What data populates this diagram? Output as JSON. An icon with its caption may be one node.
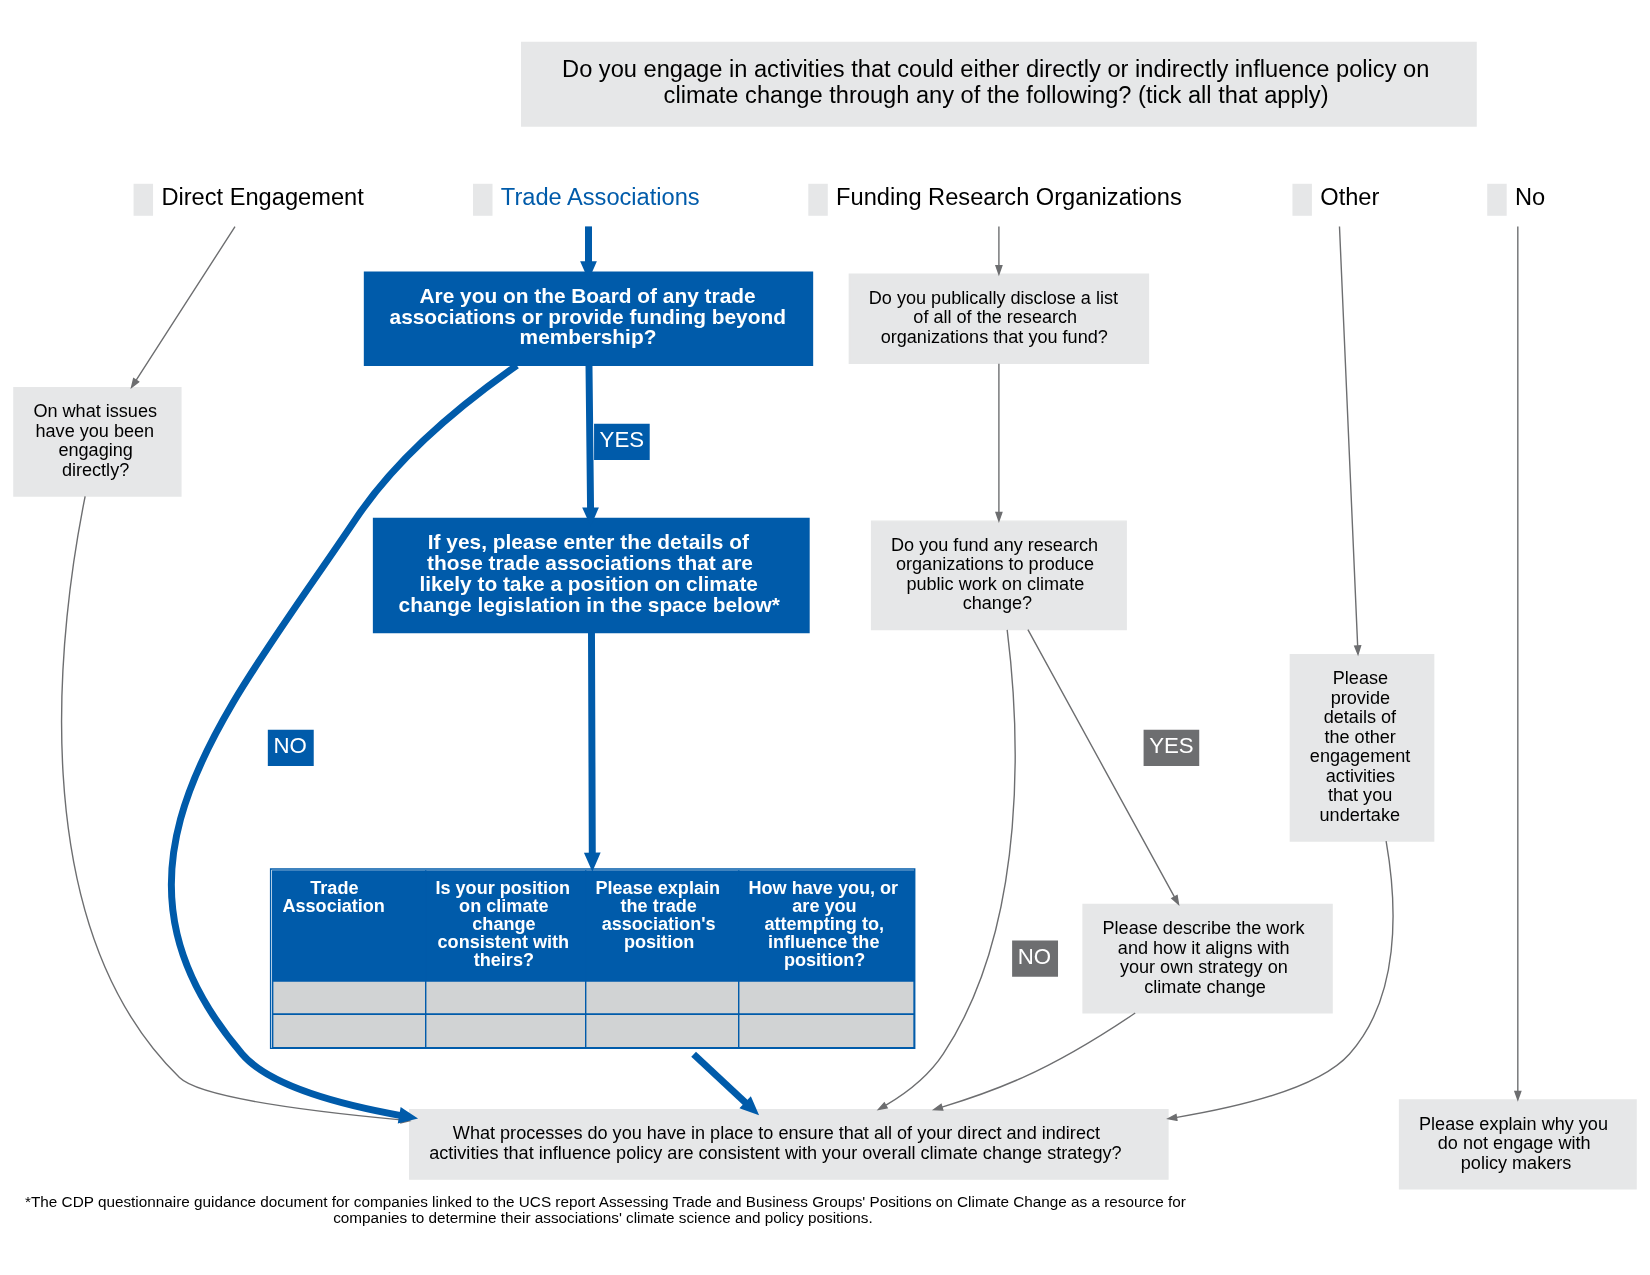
{
  "diagram": {
    "caption": "*The CDP questionnaire guidance document for companies linked to the UCS report Assessing Trade and Business Groups' Positions on Climate Change as a resource for companies to determine their associations' climate science and policy positions.",
    "nodes": [
      {
        "text": [
          "Do you engage in activities that could either directly or indirectly influence policy on climate change through any of the following? (tick all that apply)"
        ]
      },
      {
        "text": [
          "Direct Engagement"
        ]
      },
      {
        "text": [
          "Trade Associations"
        ]
      },
      {
        "text": [
          "Funding Research Organizations"
        ]
      },
      {
        "text": [
          "Other"
        ]
      },
      {
        "text": [
          "No"
        ]
      },
      {
        "text": [
          "On what issues have you been engaging directly?"
        ]
      },
      {
        "text": [
          "Are you on the Board of any trade associations or provide funding beyond membership?"
        ]
      },
      {
        "text": [
          "If yes, please enter the details of those trade associations that are likely to take a position on climate change legislation in the space below*"
        ]
      },
      {
        "text": [
          "Trade Association",
          "Is your position on climate change consistent with theirs?",
          "Please explain the trade association's position",
          "How have you, or are you attempting to, influence the position?"
        ]
      },
      {
        "text": [
          "Do you publically disclose a list of all of the research organizations that you fund?"
        ]
      },
      {
        "text": [
          "Do you fund any research organizations to produce public work on climate change?"
        ]
      },
      {
        "text": [
          "Please describe the work and how it aligns with your own strategy on climate change"
        ]
      },
      {
        "text": [
          "Please provide details of the other engagement activities that you undertake"
        ]
      },
      {
        "text": [
          "What processes do you have in place to ensure that all of your direct and indirect activities that influence policy are consistent with your overall climate change strategy?"
        ]
      },
      {
        "text": [
          "Please explain why you do not engage with policy makers"
        ]
      }
    ],
    "edges": [
      {
        "from": 1,
        "to": 6,
        "arrow": "to"
      },
      {
        "from": 2,
        "to": 7,
        "arrow": "to",
        "style": "thick",
        "color": "#005baa"
      },
      {
        "from": 3,
        "to": 10,
        "arrow": "to"
      },
      {
        "from": 4,
        "to": 13,
        "arrow": "to"
      },
      {
        "from": 5,
        "to": 15,
        "arrow": "to"
      },
      {
        "from": 6,
        "to": 14,
        "arrow": "to"
      },
      {
        "from": 7,
        "to": 8,
        "arrow": "to",
        "label": "YES",
        "style": "thick",
        "color": "#005baa"
      },
      {
        "from": 7,
        "to": 14,
        "arrow": "to",
        "label": "NO",
        "style": "thick",
        "color": "#005baa"
      },
      {
        "from": 8,
        "to": 9,
        "arrow": "to",
        "style": "thick",
        "color": "#005baa"
      },
      {
        "from": 9,
        "to": 14,
        "arrow": "to",
        "style": "thick",
        "color": "#005baa"
      },
      {
        "from": 10,
        "to": 11,
        "arrow": "to"
      },
      {
        "from": 11,
        "to": 12,
        "arrow": "to",
        "label": "YES"
      },
      {
        "from": 11,
        "to": 14,
        "arrow": "to",
        "label": "NO"
      },
      {
        "from": 12,
        "to": 14,
        "arrow": "to"
      },
      {
        "from": 13,
        "to": 14,
        "arrow": "to"
      }
    ]
  }
}
